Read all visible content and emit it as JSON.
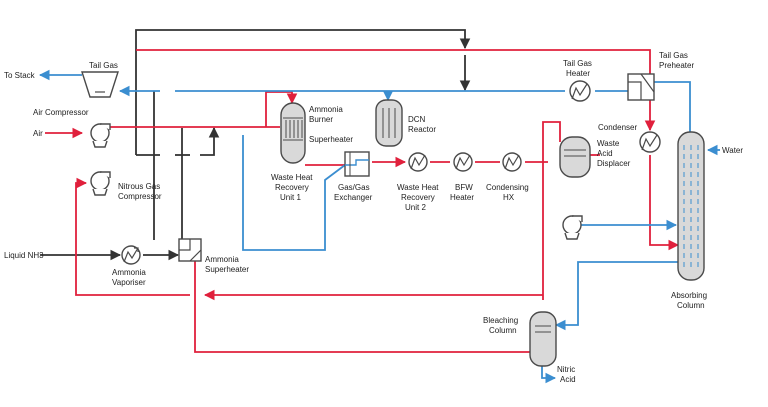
{
  "labels": {
    "tail_gas": "Tail Gas",
    "to_stack": "To Stack",
    "air_compressor": "Air Compressor",
    "air": "Air",
    "nitrous_gas_compressor_1": "Nitrous Gas",
    "nitrous_gas_compressor_2": "Compressor",
    "liquid_nh3": "Liquid NH3",
    "ammonia_vaporiser_1": "Ammonia",
    "ammonia_vaporiser_2": "Vaporiser",
    "ammonia_superheater_1": "Ammonia",
    "ammonia_superheater_2": "Superheater",
    "ammonia_burner_1": "Ammonia",
    "ammonia_burner_2": "Burner",
    "superheater": "Superheater",
    "whru1_1": "Waste Heat",
    "whru1_2": "Recovery",
    "whru1_3": "Unit 1",
    "gas_exchanger_1": "Gas/Gas",
    "gas_exchanger_2": "Exchanger",
    "dcn_reactor_1": "DCN",
    "dcn_reactor_2": "Reactor",
    "whru2_1": "Waste Heat",
    "whru2_2": "Recovery",
    "whru2_3": "Unit 2",
    "bfw_heater_1": "BFW",
    "bfw_heater_2": "Heater",
    "condensing_hx_1": "Condensing",
    "condensing_hx_2": "HX",
    "tail_gas_heater_1": "Tail Gas",
    "tail_gas_heater_2": "Heater",
    "tail_gas_preheater_1": "Tail Gas",
    "tail_gas_preheater_2": "Preheater",
    "condenser": "Condenser",
    "water": "Water",
    "waste_acid_displacer_1": "Waste",
    "waste_acid_displacer_2": "Acid",
    "waste_acid_displacer_3": "Displacer",
    "absorbing_column_1": "Absorbing",
    "absorbing_column_2": "Column",
    "bleaching_column_1": "Bleaching",
    "bleaching_column_2": "Column",
    "nitric_acid_1": "Nitric",
    "nitric_acid_2": "Acid"
  },
  "colors": {
    "hot_stream": "#e0203c",
    "cold_stream": "#3b8ed0",
    "utility_stream": "#333333",
    "equipment_fill": "#d9d9d9"
  }
}
